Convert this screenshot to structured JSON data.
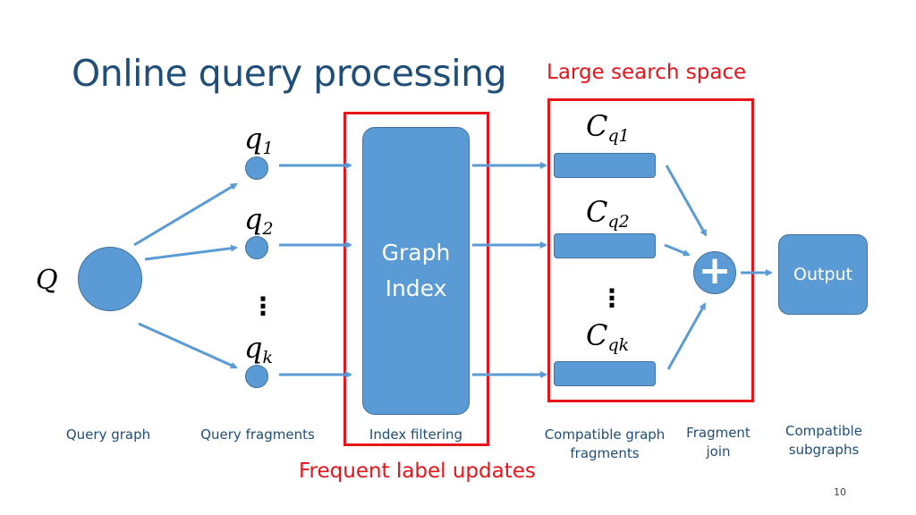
{
  "slide": {
    "title": "Online query processing",
    "page_number": "10"
  },
  "callouts": {
    "search_space": "Large search space",
    "label_updates": "Frequent label updates"
  },
  "nodes": {
    "query_symbol": "Q",
    "fragments": [
      {
        "base": "q",
        "sub": "1"
      },
      {
        "base": "q",
        "sub": "2"
      },
      {
        "base": "q",
        "sub": "k"
      }
    ],
    "graph_index": "Graph Index",
    "candidates": [
      {
        "base": "C",
        "sub": "q1"
      },
      {
        "base": "C",
        "sub": "q2"
      },
      {
        "base": "C",
        "sub": "qk"
      }
    ],
    "join_symbol": "+",
    "output": "Output",
    "ellipsis": "⋮"
  },
  "stage_labels": [
    "Query graph",
    "Query fragments",
    "Index filtering",
    "Compatible graph fragments",
    "Fragment join",
    "Compatible subgraphs"
  ],
  "colors": {
    "node_fill": "#5b9bd5",
    "node_stroke": "#41719c",
    "arrow": "#5b9bd5",
    "highlight": "#e8141c",
    "title": "#1f4e79"
  }
}
